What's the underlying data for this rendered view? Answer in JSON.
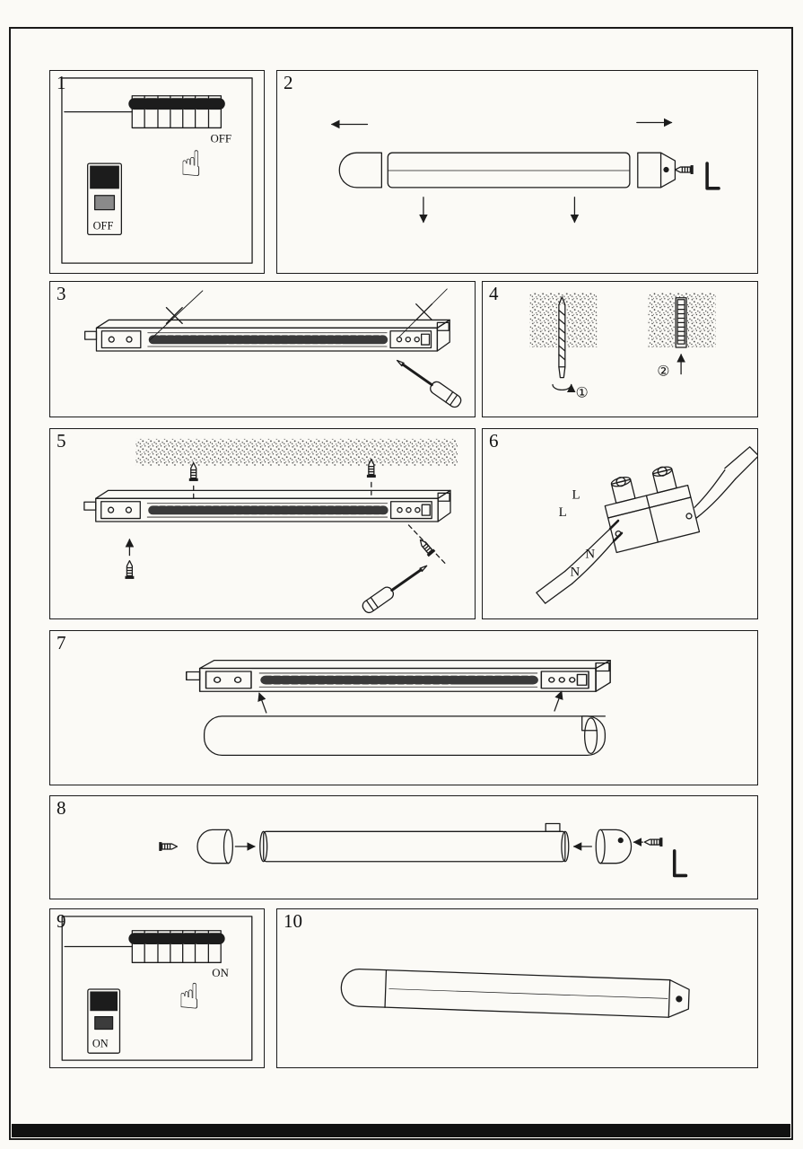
{
  "panels": [
    {
      "number": "1",
      "dip_switch_label": "OFF",
      "rocker_switch_label": "OFF"
    },
    {
      "number": "2"
    },
    {
      "number": "3"
    },
    {
      "number": "4",
      "step_markers": [
        "①",
        "②"
      ]
    },
    {
      "number": "5"
    },
    {
      "number": "6",
      "terminal_labels": {
        "live_1": "L",
        "live_2": "L",
        "neutral_1": "N",
        "neutral_2": "N"
      }
    },
    {
      "number": "7"
    },
    {
      "number": "8"
    },
    {
      "number": "9",
      "dip_switch_label": "ON",
      "rocker_switch_label": "ON"
    },
    {
      "number": "10"
    }
  ],
  "icons": {
    "pointing_hand": "☝"
  },
  "colors": {
    "ink": "#1c1c1c",
    "paper": "#fbfaf6",
    "footer_bar": "#111111"
  }
}
